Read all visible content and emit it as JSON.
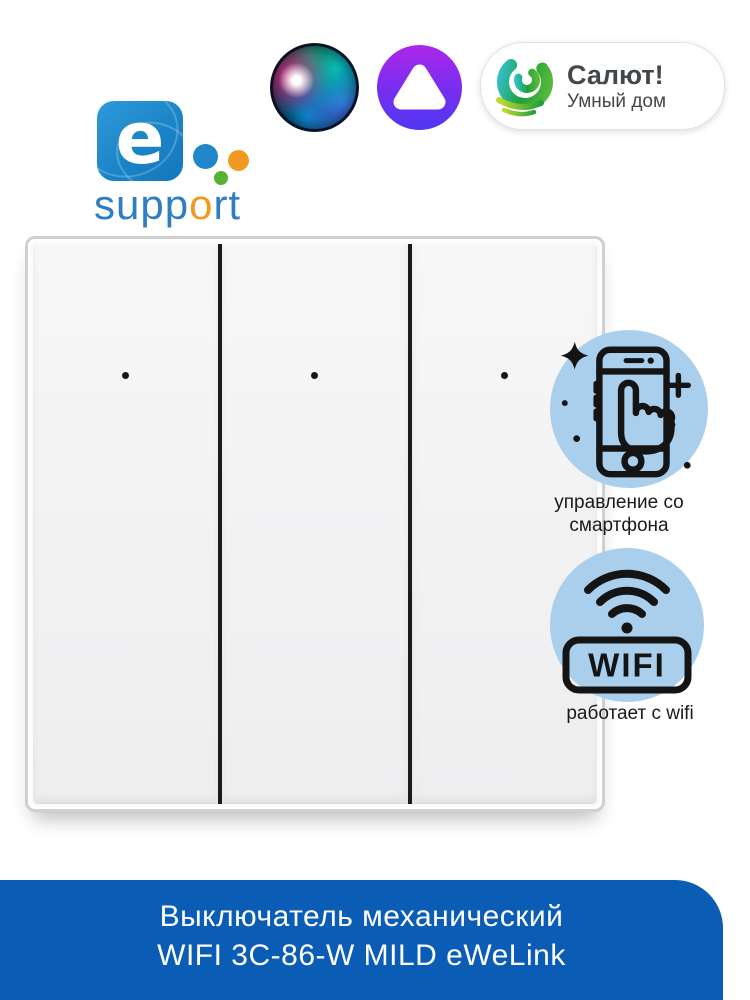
{
  "header_logos": {
    "ewelink": {
      "square_letter": "e",
      "word": {
        "pre": "supp",
        "accent": "o",
        "post": "rt"
      }
    },
    "salut_badge": {
      "title": "Салют!",
      "subtitle": "Умный дом"
    }
  },
  "switch": {
    "gang_count": 3
  },
  "feature_badges": {
    "smartphone": {
      "caption_line1": "управление со",
      "caption_line2": "смартфона"
    },
    "wifi": {
      "icon_label": "WIFI",
      "caption": "работает с wifi"
    }
  },
  "banner": {
    "line1": "Выключатель механический",
    "line2": "WIFI 3C-86-W MILD eWeLink"
  },
  "colors": {
    "banner_blue": "#0b5cb4",
    "badge_blue": "#a9cfec",
    "ewelink_blue": "#1f86ca",
    "support_text_blue": "#2e7ec3",
    "accent_orange": "#f09a22",
    "accent_green": "#55b336",
    "alice_purple_top": "#ad26e9",
    "alice_purple_bottom": "#4f37f3",
    "sber_green": "#21a038",
    "divider_black": "#1b1b1b"
  },
  "icons": [
    "siri-orb-icon",
    "alice-icon",
    "sber-salut-icon",
    "smartphone-touch-icon",
    "wifi-icon"
  ]
}
